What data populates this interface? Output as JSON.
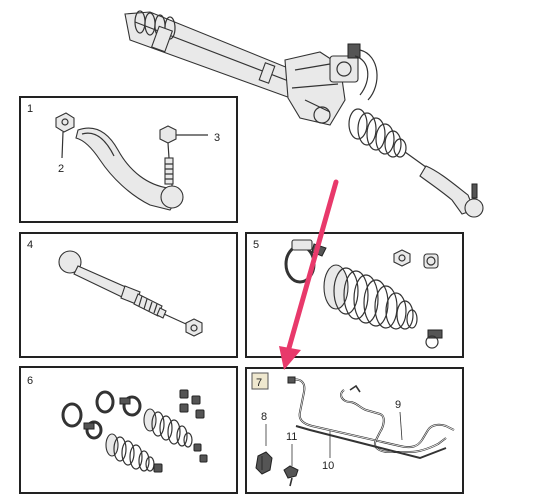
{
  "callouts": {
    "p1": "1",
    "p2": "2",
    "p3": "3",
    "p4": "4",
    "p5": "5",
    "p6": "6",
    "p7": "7",
    "p8": "8",
    "p9": "9",
    "p10": "10",
    "p11": "11"
  },
  "highlight": {
    "arrow_color": "#e8396b",
    "selected_panel": "7",
    "selected_fill": "#efe8cf"
  }
}
